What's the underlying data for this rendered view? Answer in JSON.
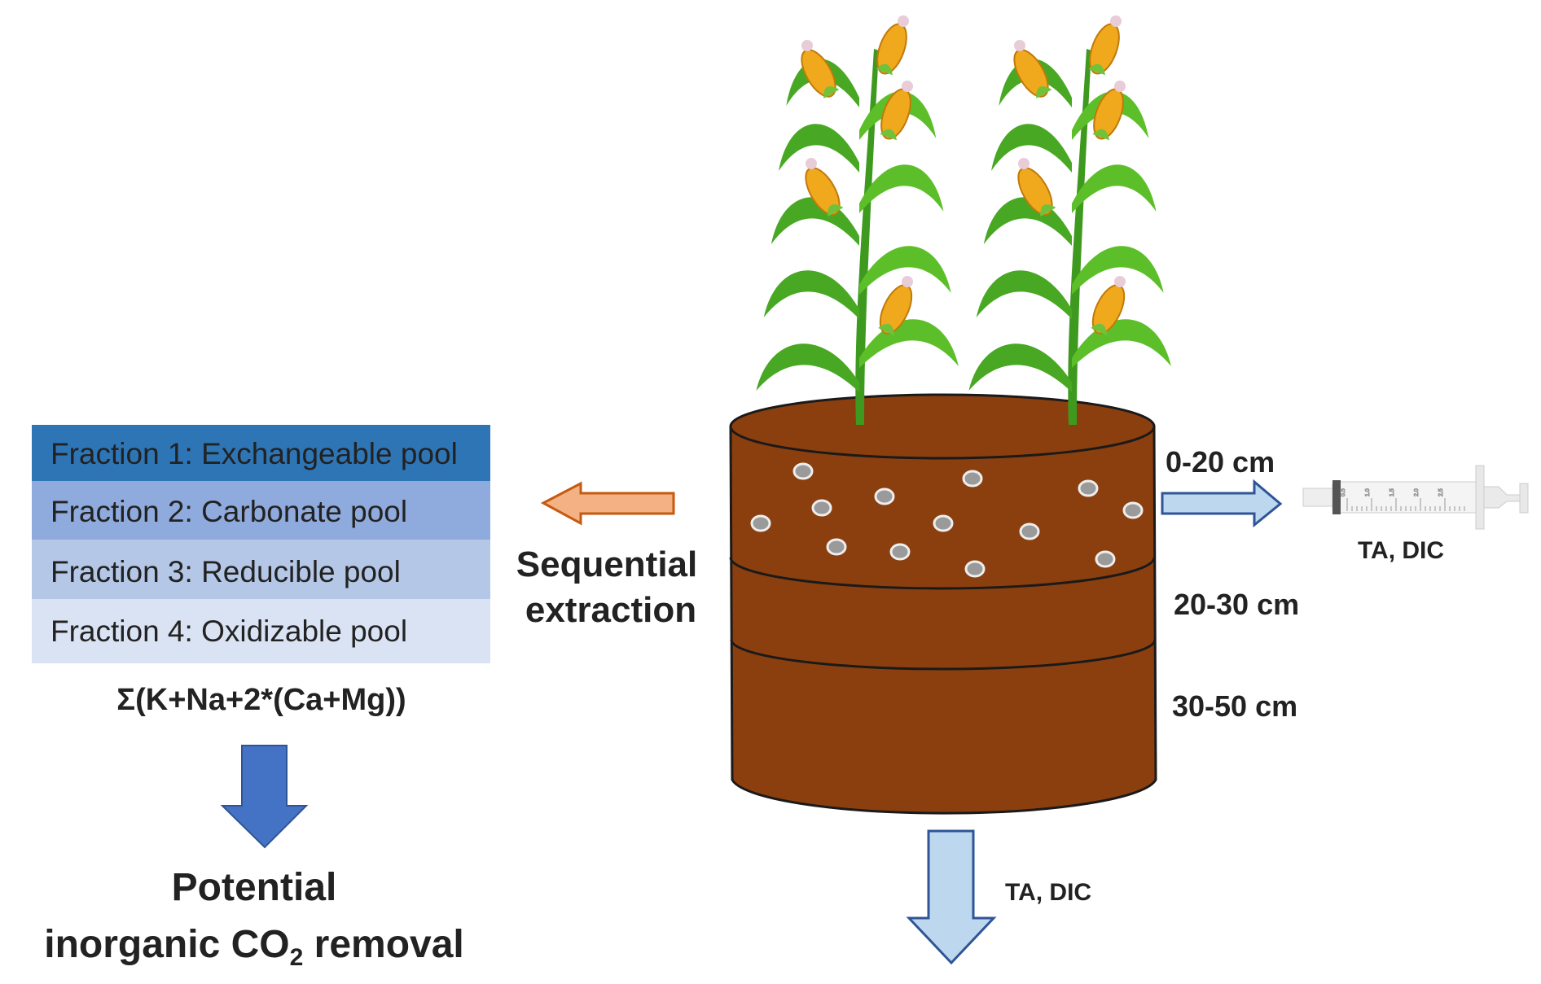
{
  "fractions": [
    {
      "label": "Fraction 1: Exchangeable pool",
      "color": "#2E75B6"
    },
    {
      "label": "Fraction 2: Carbonate pool",
      "color": "#8FAADC"
    },
    {
      "label": "Fraction 3: Reducible pool",
      "color": "#B4C7E7"
    },
    {
      "label": "Fraction 4: Oxidizable pool",
      "color": "#DAE3F3"
    }
  ],
  "formula": "Σ(K+Na+2*(Ca+Mg))",
  "outcome": {
    "line1": "Potential",
    "line2_pre": "inorganic CO",
    "line2_sub": "2",
    "line2_post": " removal"
  },
  "extraction": {
    "line1": "Sequential",
    "line2": "extraction"
  },
  "depths": [
    "0-20 cm",
    "20-30 cm",
    "30-50 cm"
  ],
  "syringe_label": "TA, DIC",
  "leachate_label": "TA, DIC",
  "syringe_ticks": [
    "0.5",
    "1.0",
    "1.5",
    "2.0",
    "2.5"
  ],
  "colors": {
    "soil": "#8B3F0E",
    "arrow_blue": "#4472C4",
    "arrow_light": "#BDD7EE",
    "arrow_orange": "#F4B183",
    "corn": "#F0A81C",
    "leaf": "#4CAF28"
  }
}
